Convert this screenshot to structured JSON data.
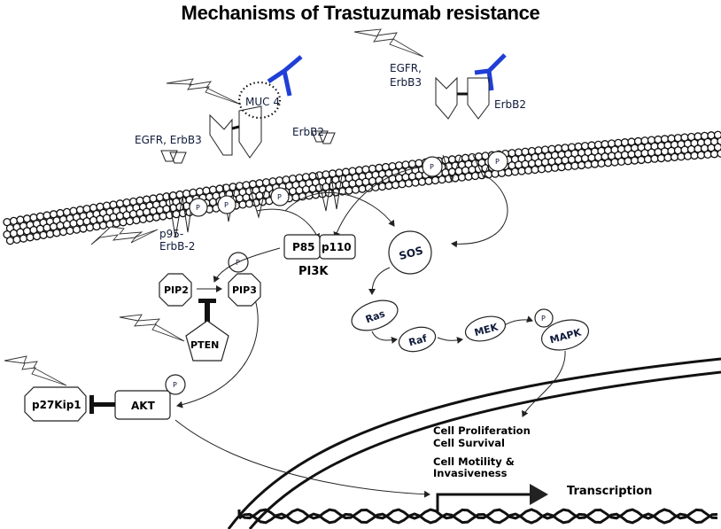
{
  "title": "Mechanisms of Trastuzumab resistance",
  "colors": {
    "antibody": "#1f3fd6",
    "text": "#0f1a3a",
    "line": "#222222"
  },
  "receptors": {
    "left_pair_label": "ErbB2",
    "left_partner_label": "EGFR, ErbB3",
    "muc4_label": "MUC 4",
    "right_partner_label_1": "EGFR,",
    "right_partner_label_2": "ErbB3",
    "right_pair_label": "ErbB2",
    "p95_label_1": "p95-",
    "p95_label_2": "ErbB-2"
  },
  "phospho": "P",
  "pi3k": {
    "p85": "P85",
    "p110": "p110",
    "label": "PI3K"
  },
  "lipids": {
    "pip2": "PIP2",
    "pip3": "PIP3",
    "pten": "PTEN"
  },
  "akt": {
    "akt": "AKT",
    "p27": "p27Kip1"
  },
  "mapk_pathway": {
    "sos": "SOS",
    "ras": "Ras",
    "raf": "Raf",
    "mek": "MEK",
    "mapk": "MAPK"
  },
  "outcomes": [
    "Cell Proliferation",
    "Cell Survival",
    "Cell Motility &",
    "Invasiveness"
  ],
  "transcription": "Transcription"
}
